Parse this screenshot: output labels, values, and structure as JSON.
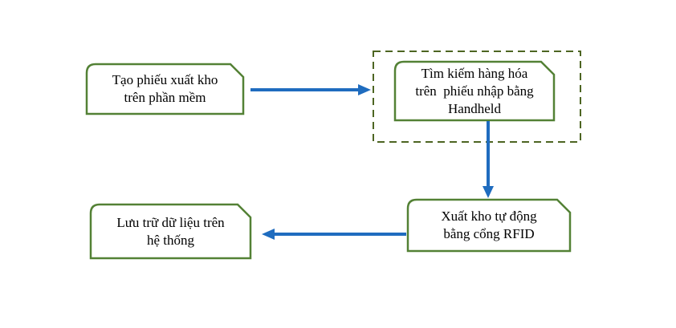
{
  "diagram": {
    "type": "flowchart",
    "nodes": [
      {
        "id": "create-export-slip",
        "label": "Tạo phiếu xuất kho\ntrên phần mềm"
      },
      {
        "id": "find-goods-handheld",
        "label": "Tìm kiếm hàng hóa\ntrên  phiếu nhập bằng\nHandheld",
        "grouped_in_dashed_border": true
      },
      {
        "id": "auto-export-rfid",
        "label": "Xuất kho tự động\nbằng cổng RFID"
      },
      {
        "id": "store-data-system",
        "label": "Lưu trữ dữ liệu trên\nhệ thống"
      }
    ],
    "edges": [
      {
        "from": "create-export-slip",
        "to": "find-goods-handheld",
        "direction": "right"
      },
      {
        "from": "find-goods-handheld",
        "to": "auto-export-rfid",
        "direction": "down"
      },
      {
        "from": "auto-export-rfid",
        "to": "store-data-system",
        "direction": "left"
      }
    ]
  },
  "colors": {
    "box_border": "#538135",
    "dashed_border": "#4d6522",
    "arrow": "#1f6cbf",
    "text": "#000000",
    "background": "#ffffff"
  }
}
